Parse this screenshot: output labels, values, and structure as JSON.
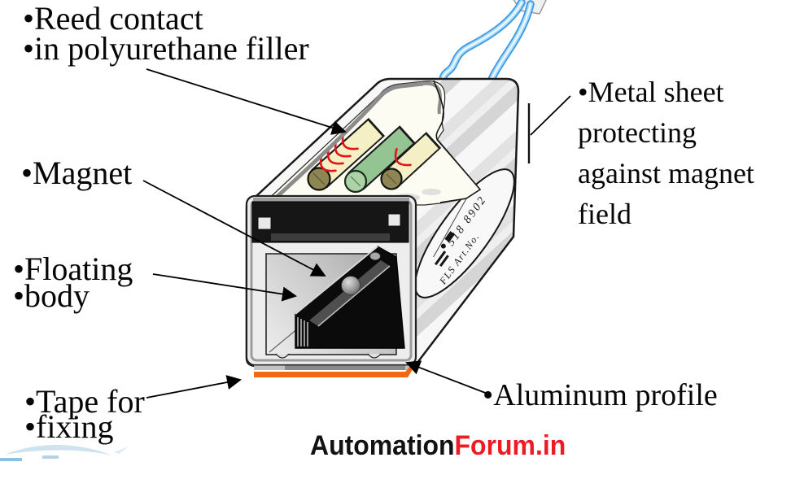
{
  "labels": {
    "reed_line1": "•Reed contact",
    "reed_line2": "•in polyurethane filler",
    "magnet": "•Magnet",
    "floating_line1": "•Floating",
    "floating_line2": "•body",
    "tape_line1": "•Tape for",
    "tape_line2": "•fixing",
    "metal_lines": [
      "•Metal sheet",
      "protecting",
      "against magnet",
      "field"
    ],
    "aluminum": "•Aluminum profile"
  },
  "device": {
    "sticker_text_line1": "FLS Art.No.",
    "sticker_text_line2": "518 8902"
  },
  "watermark": {
    "part1": "Automation",
    "part2": "Forum.in",
    "part2_color": "#ed1c24"
  },
  "colors": {
    "tape_orange": "#f2680d",
    "wire_blue": "#3b97e8",
    "coil_red": "#e51414",
    "reed_tube_cream": "#f5efc5",
    "reed_tube_green": "#93c492",
    "tube_cap_olive": "#8d8554",
    "body_gray": "#e3e3e3",
    "label_text": "#060606"
  }
}
